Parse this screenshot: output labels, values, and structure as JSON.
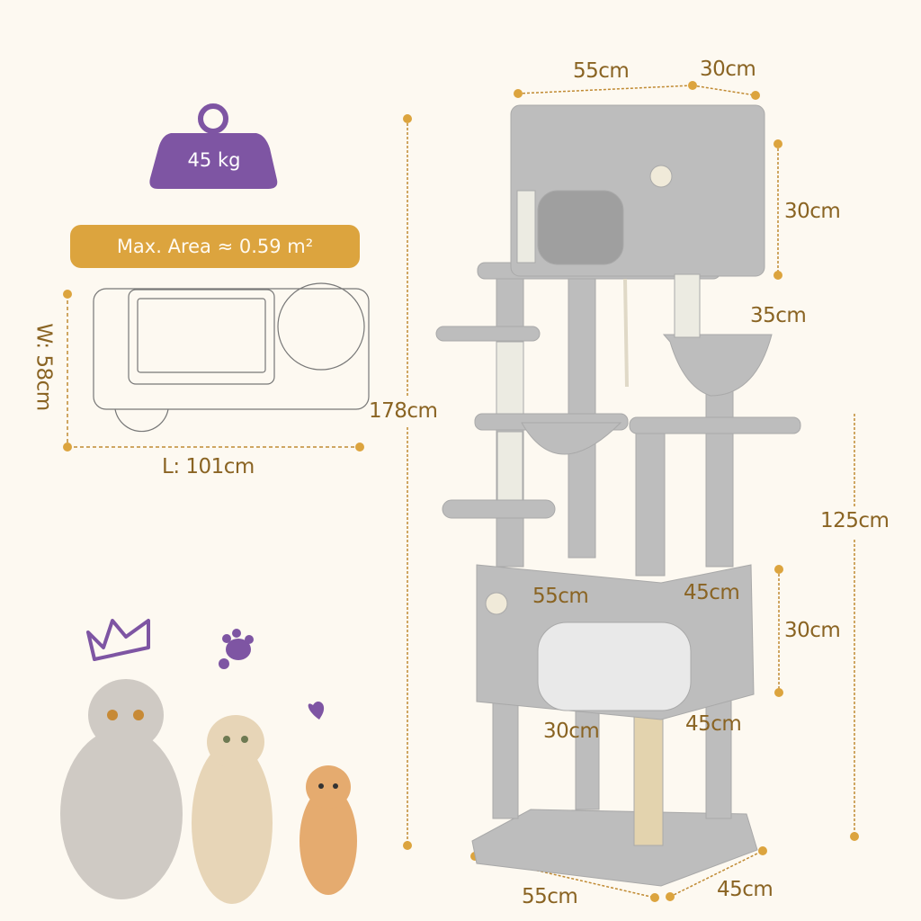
{
  "weight_capacity": {
    "value": "45 kg",
    "icon": "weight-icon",
    "color": "#7e55a3"
  },
  "max_area": {
    "label": "Max. Area ≈ 0.59 m²",
    "color": "#dca43e"
  },
  "footprint": {
    "width_label": "W: 58cm",
    "length_label": "L: 101cm"
  },
  "dimensions": {
    "total_height": "178cm",
    "platform_height": "125cm",
    "top_condo_width": "55cm",
    "top_condo_depth": "30cm",
    "top_condo_height": "30cm",
    "basket_diameter": "35cm",
    "lower_condo_width": "55cm",
    "lower_condo_depth": "45cm",
    "lower_condo_height": "30cm",
    "lower_condo_bottom_left": "30cm",
    "lower_condo_bottom_right": "45cm",
    "base_width": "55cm",
    "base_depth": "45cm"
  },
  "decorations": [
    "crown-icon",
    "paw-icon",
    "heart-icon"
  ],
  "colors": {
    "accent_gold": "#dca43e",
    "label_brown": "#8a6423",
    "purple": "#7e55a3",
    "background": "#fdf9f1",
    "tree_gray": "#b9b9b9"
  }
}
